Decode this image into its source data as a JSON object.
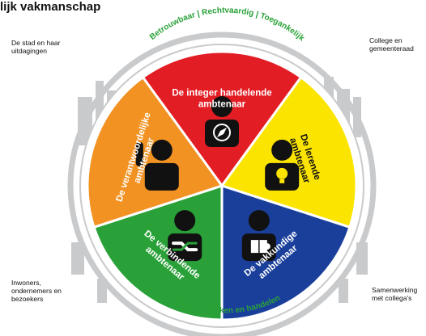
{
  "header": {
    "title": "lijk vakmanschap"
  },
  "corners": {
    "top_left": "De stad en haar\nuitdagingen",
    "top_right": "College en\ngemeenteraad",
    "bottom_left": "Inwoners,\nondernemers en\nbezoekers",
    "bottom_right": "Samenwerking\nmet collega's"
  },
  "ring": {
    "top": "Betrouwbaar | Rechtvaardig | Toegankelijk",
    "bottom": "Inclusief denken en handelen"
  },
  "segments": [
    {
      "label1": "De integer handelende",
      "label2": "ambtenaar",
      "color": "#e31d24",
      "icon": "compass-icon"
    },
    {
      "label1": "De lerende",
      "label2": "ambtenaar",
      "color": "#fbe400",
      "icon": "lightbulb-icon"
    },
    {
      "label1": "De vakkundige",
      "label2": "ambtenaar",
      "color": "#1a3f9b",
      "icon": "puzzle-icon"
    },
    {
      "label1": "De verbindende",
      "label2": "ambtenaar",
      "color": "#2aa138",
      "icon": "handshake-icon"
    },
    {
      "label1": "De verantwoordelijke",
      "label2": "ambtenaar",
      "color": "#f29223",
      "icon": "raised-hand-icon"
    }
  ],
  "colors": {
    "ring": "#ffffff",
    "ring_text": "#2aa138",
    "skyline": "#c9cacc"
  }
}
